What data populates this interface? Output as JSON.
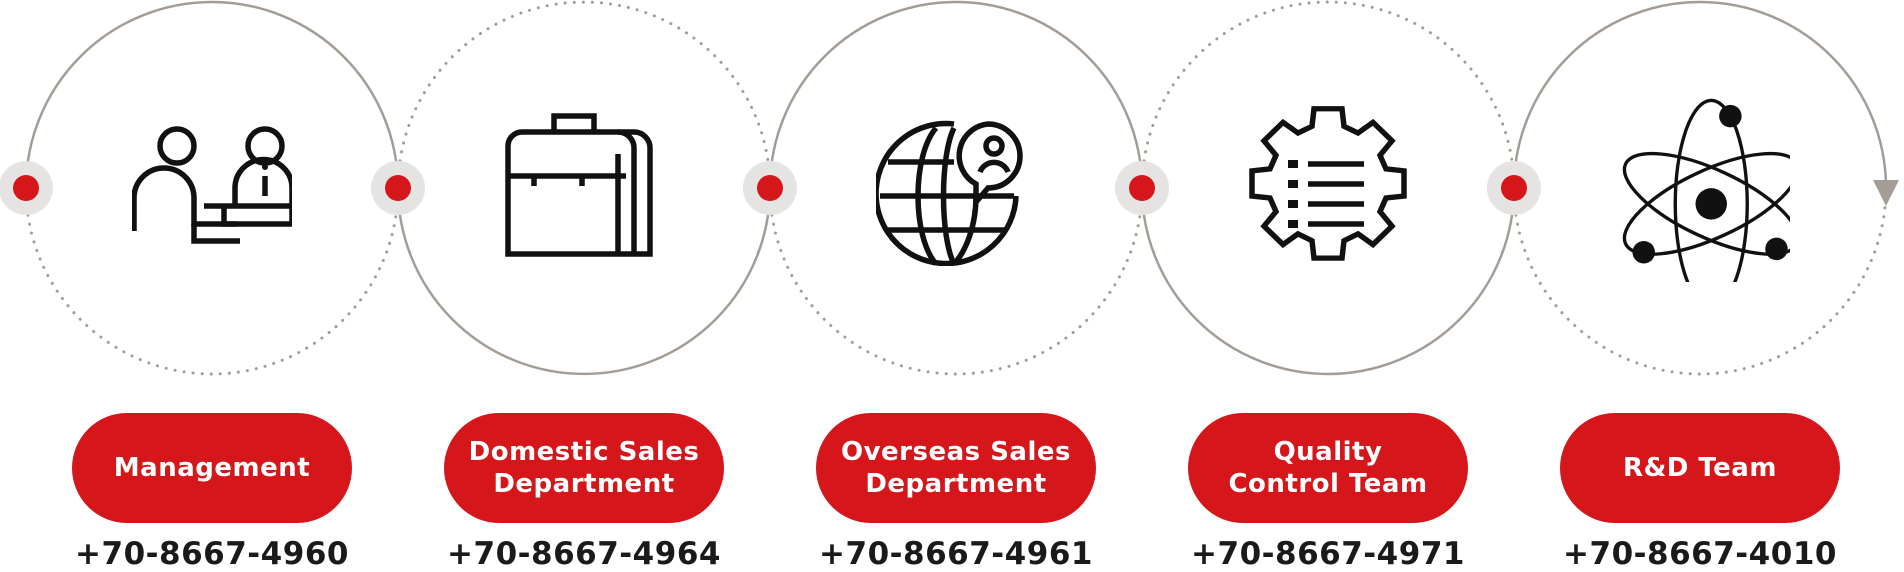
{
  "colors": {
    "accent": "#d5171c",
    "ring": "#a49d96",
    "dot_halo": "#e6e4e2",
    "icon": "#111111",
    "text": "#1a1a1a"
  },
  "departments": [
    {
      "label_line1": "Management",
      "label_line2": "",
      "phone": "+70-8667-4960",
      "icon": "reception-desk-icon"
    },
    {
      "label_line1": "Domestic Sales",
      "label_line2": "Department",
      "phone": "+70-8667-4964",
      "icon": "briefcase-icon"
    },
    {
      "label_line1": "Overseas Sales",
      "label_line2": "Department",
      "phone": "+70-8667-4961",
      "icon": "globe-user-icon"
    },
    {
      "label_line1": "Quality",
      "label_line2": "Control Team",
      "phone": "+70-8667-4971",
      "icon": "gear-list-icon"
    },
    {
      "label_line1": "R&D Team",
      "label_line2": "",
      "phone": "+70-8667-4010",
      "icon": "atom-icon"
    }
  ]
}
